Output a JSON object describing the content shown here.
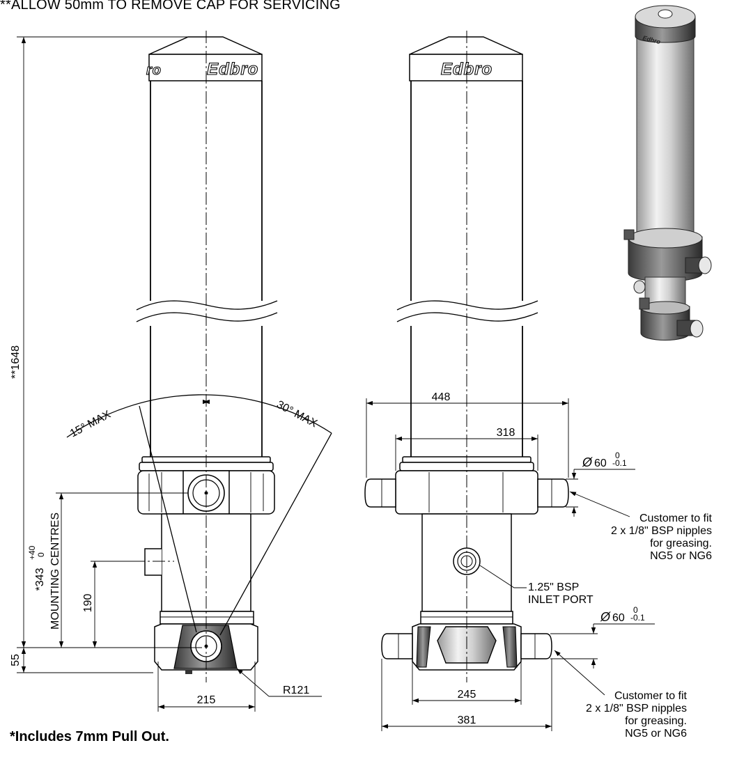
{
  "notes": {
    "servicing": "**ALLOW 50mm TO REMOVE CAP FOR SERVICING",
    "pull_out": "*Includes 7mm Pull Out."
  },
  "brand": "Edbro",
  "side_view": {
    "overall_length": "**1648",
    "mounting_centres": "MOUNTING CENTRES",
    "mounting_value": "*343",
    "mounting_tol_upper": "+40",
    "mounting_tol_lower": "0",
    "port_offset": "190",
    "base_height": "55",
    "base_width": "215",
    "radius": "R121",
    "tilt_forward": "15° MAX",
    "tilt_back": "30° MAX"
  },
  "front_view": {
    "trunnion_overall": "448",
    "trunnion_inner": "318",
    "base_overall": "381",
    "base_inner": "245",
    "pin_dia_upper": "60",
    "pin_tol_upper_a": "0",
    "pin_tol_upper_b": "-0.1",
    "pin_dia_lower": "60",
    "pin_tol_lower_a": "0",
    "pin_tol_lower_b": "-0.1",
    "diameter_symbol": "Ø",
    "inlet_line1": "1.25\" BSP",
    "inlet_line2": "INLET PORT",
    "grease_upper": [
      "Customer to fit",
      "2 x 1/8\" BSP nipples",
      "for greasing.",
      "NG5 or NG6"
    ],
    "grease_lower": [
      "Customer to fit",
      "2 x 1/8\" BSP nipples",
      "for greasing.",
      "NG5 or NG6"
    ]
  }
}
